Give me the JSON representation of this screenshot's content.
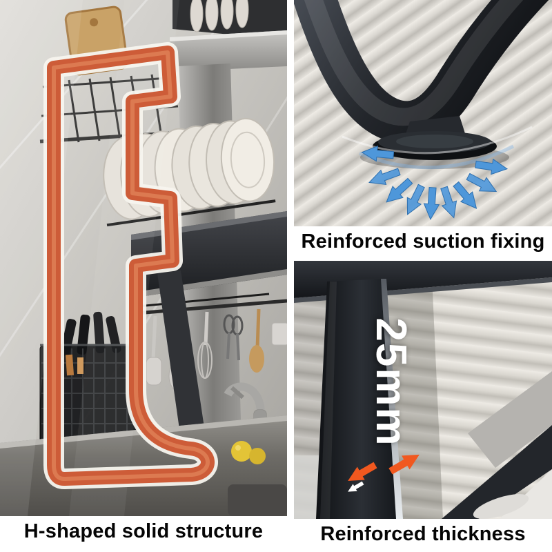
{
  "page": {
    "type": "product-feature-collage",
    "subject": "kitchen dish rack features"
  },
  "features": {
    "structure": {
      "caption": "H-shaped solid structure"
    },
    "suction": {
      "caption": "Reinforced suction fixing"
    },
    "thickness": {
      "caption": "Reinforced thickness",
      "measurement": "25mm"
    }
  },
  "colors": {
    "highlight_orange": "#cd5c38",
    "arrow_blue": "#4e97da",
    "arrow_orange": "#f1581f",
    "caption_text": "#050505",
    "frame_dark": "#1c1f24"
  }
}
